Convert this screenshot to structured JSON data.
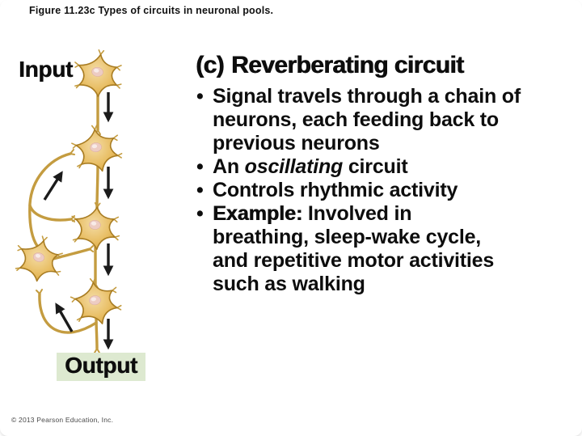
{
  "slide": {
    "figure_title": "Figure 11.23c  Types of circuits in neuronal pools.",
    "copyright": "© 2013 Pearson Education, Inc.",
    "background_color": "#ffffff"
  },
  "diagram": {
    "input_label": "Input",
    "output_label": "Output",
    "output_highlight_color": "#dde9d0",
    "colors": {
      "neuron_fill": "#e9c068",
      "neuron_outline": "#a87c22",
      "fiber_gold": "#c49c40",
      "nucleus_pink": "#edccc3",
      "arrow_black": "#1b1b1b"
    },
    "chain_neuron_count": 4,
    "feedback_neuron_count": 1,
    "description": "Chain of neurons from Input to Output with black arrows showing forward signal flow and gold collateral fibers feeding back to previous neurons via a feedback neuron"
  },
  "content": {
    "heading_prefix": "(c)",
    "heading_title": "Reverberating circuit",
    "bullets": [
      {
        "segments": [
          {
            "text": "Signal travels through a chain of\nneurons, each feeding back to\nprevious neurons"
          }
        ]
      },
      {
        "segments": [
          {
            "text": "An "
          },
          {
            "text": "oscillating",
            "italic": true
          },
          {
            "text": " circuit"
          }
        ]
      },
      {
        "segments": [
          {
            "text": "Controls rhythmic activity"
          }
        ]
      },
      {
        "segments": [
          {
            "text": "Example:",
            "heavy": true
          },
          {
            "text": " Involved in\nbreathing, sleep-wake cycle,\nand repetitive motor activities\nsuch as walking"
          }
        ]
      }
    ]
  }
}
